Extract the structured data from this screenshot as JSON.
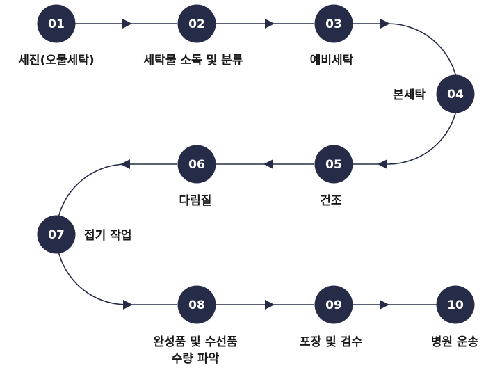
{
  "steps": [
    {
      "num": "01",
      "label": [
        "세진(오물세탁)"
      ]
    },
    {
      "num": "02",
      "label": [
        "세탁물 소독 및 분류"
      ]
    },
    {
      "num": "03",
      "label": [
        "예비세탁"
      ]
    },
    {
      "num": "04",
      "label": [
        "본세탁"
      ]
    },
    {
      "num": "05",
      "label": [
        "건조"
      ]
    },
    {
      "num": "06",
      "label": [
        "다림질"
      ]
    },
    {
      "num": "07",
      "label": [
        "접기 작업"
      ]
    },
    {
      "num": "08",
      "label": [
        "완성품 및 수선품",
        "수량 파악"
      ]
    },
    {
      "num": "09",
      "label": [
        "포장 및 검수"
      ]
    },
    {
      "num": "10",
      "label": [
        "병원 운송"
      ]
    }
  ],
  "colors": {
    "node": "#262c47",
    "text": "#1a1a1a"
  }
}
